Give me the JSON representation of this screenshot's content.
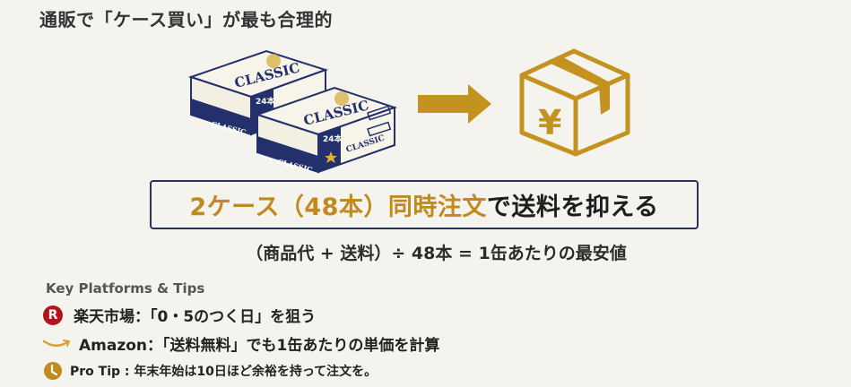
{
  "title": "通販で「ケース買い」が最も合理的",
  "illustration": {
    "left_image": "two-beer-cases-classic-24",
    "case_label": "CLASSIC",
    "case_count_label": "24本",
    "arrow": "right-arrow-icon",
    "right_icon": "yen-box-icon",
    "accent_color": "#c4921f"
  },
  "callout": {
    "highlight": "2ケース（48本）同時注文",
    "rest": "で送料を抑える",
    "highlight_color": "#c08a1e",
    "border_color": "#26325a"
  },
  "formula": "（商品代 + 送料）÷ 48本 = 1缶あたりの最安値",
  "tips": {
    "heading": "Key Platforms & Tips",
    "items": [
      {
        "icon": "rakuten-icon",
        "icon_letter": "R",
        "text": "楽天市場：「0・5のつく日」を狙う"
      },
      {
        "icon": "amazon-smile-icon",
        "text": "Amazon：「送料無料」でも1缶あたりの単価を計算"
      },
      {
        "icon": "clock-icon",
        "text": "Pro Tip : 年末年始は10日ほど余裕を持って注文を。"
      }
    ]
  },
  "colors": {
    "background": "#f5f3ee",
    "gold": "#c08a1e",
    "navy": "#26325a",
    "rakuten_red": "#b3131b"
  }
}
